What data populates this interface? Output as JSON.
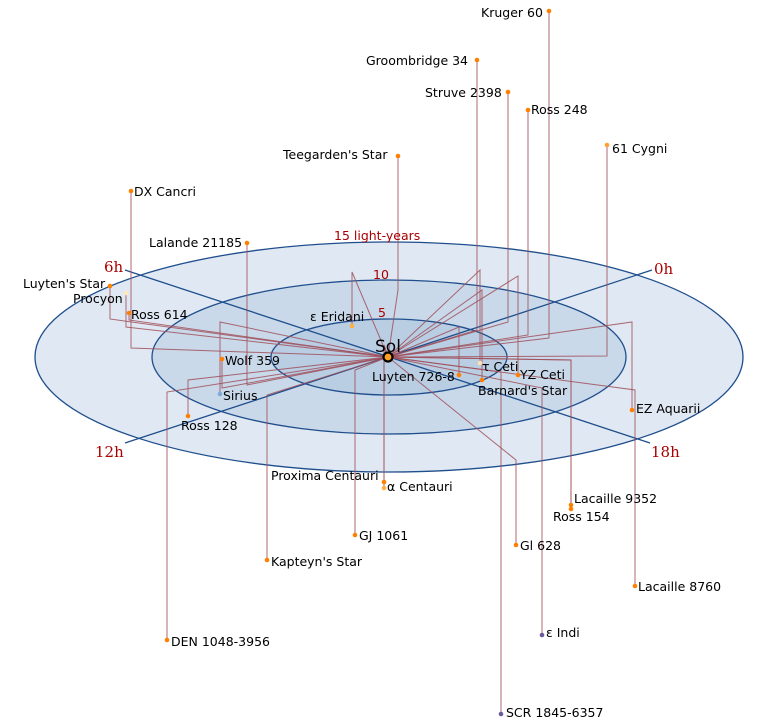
{
  "title": "Nearby stars within 15 light-years",
  "center": {
    "name": "Sol"
  },
  "rings": [
    {
      "label": "15 light-years",
      "radius_ly": 15
    },
    {
      "label": "10",
      "radius_ly": 10
    },
    {
      "label": "5",
      "radius_ly": 5
    }
  ],
  "hours": {
    "h0": "0h",
    "h6": "6h",
    "h12": "12h",
    "h18": "18h"
  },
  "colors": {
    "plane_outer": "#dfe8f3",
    "plane_mid": "#c9d9ea",
    "plane_inner": "#b9cde3",
    "ring_stroke": "#1f4e8c",
    "stem": "#a0505a",
    "star_orange": "#ff8000",
    "star_pale": "#ffd08a",
    "star_blue": "#7fa8d8",
    "star_purple": "#6a5a9a",
    "label_red": "#aa0000"
  },
  "stars": [
    {
      "name": "Kruger 60",
      "color": "#ff8000"
    },
    {
      "name": "Groombridge 34",
      "color": "#ff8000"
    },
    {
      "name": "Struve 2398",
      "color": "#ff8000"
    },
    {
      "name": "Ross 248",
      "color": "#ff8000"
    },
    {
      "name": "61 Cygni",
      "color": "#ffa030"
    },
    {
      "name": "Teegarden's Star",
      "color": "#ff8000"
    },
    {
      "name": "DX Cancri",
      "color": "#ff8000"
    },
    {
      "name": "Lalande 21185",
      "color": "#ff8000"
    },
    {
      "name": "Luyten's Star",
      "color": "#ff8000"
    },
    {
      "name": "Procyon",
      "color": "#ffe8c0"
    },
    {
      "name": "Ross 614",
      "color": "#ff8000"
    },
    {
      "name": "Wolf 359",
      "color": "#ff8000"
    },
    {
      "name": "Sirius",
      "color": "#7fa8d8"
    },
    {
      "name": "Ross 128",
      "color": "#ff8000"
    },
    {
      "name": "ε Eridani",
      "color": "#ffb040"
    },
    {
      "name": "τ Ceti",
      "color": "#ffe0b0"
    },
    {
      "name": "YZ Ceti",
      "color": "#ff8000"
    },
    {
      "name": "Luyten 726-8",
      "color": "#ff8000"
    },
    {
      "name": "Barnard's Star",
      "color": "#ff8000"
    },
    {
      "name": "EZ Aquarii",
      "color": "#ff8000"
    },
    {
      "name": "Proxima Centauri",
      "color": "#ff8000"
    },
    {
      "name": "α Centauri",
      "color": "#ffb040"
    },
    {
      "name": "GJ 1061",
      "color": "#ff8000"
    },
    {
      "name": "Kapteyn's Star",
      "color": "#ff8000"
    },
    {
      "name": "DEN 1048-3956",
      "color": "#ff8000"
    },
    {
      "name": "Lacaille 9352",
      "color": "#ff8000"
    },
    {
      "name": "Ross 154",
      "color": "#ff8000"
    },
    {
      "name": "Gl 628",
      "color": "#ff8000"
    },
    {
      "name": "Lacaille 8760",
      "color": "#ff8000"
    },
    {
      "name": "ε Indi",
      "color": "#6a5a9a"
    },
    {
      "name": "SCR 1845-6357",
      "color": "#6a5a9a"
    }
  ]
}
